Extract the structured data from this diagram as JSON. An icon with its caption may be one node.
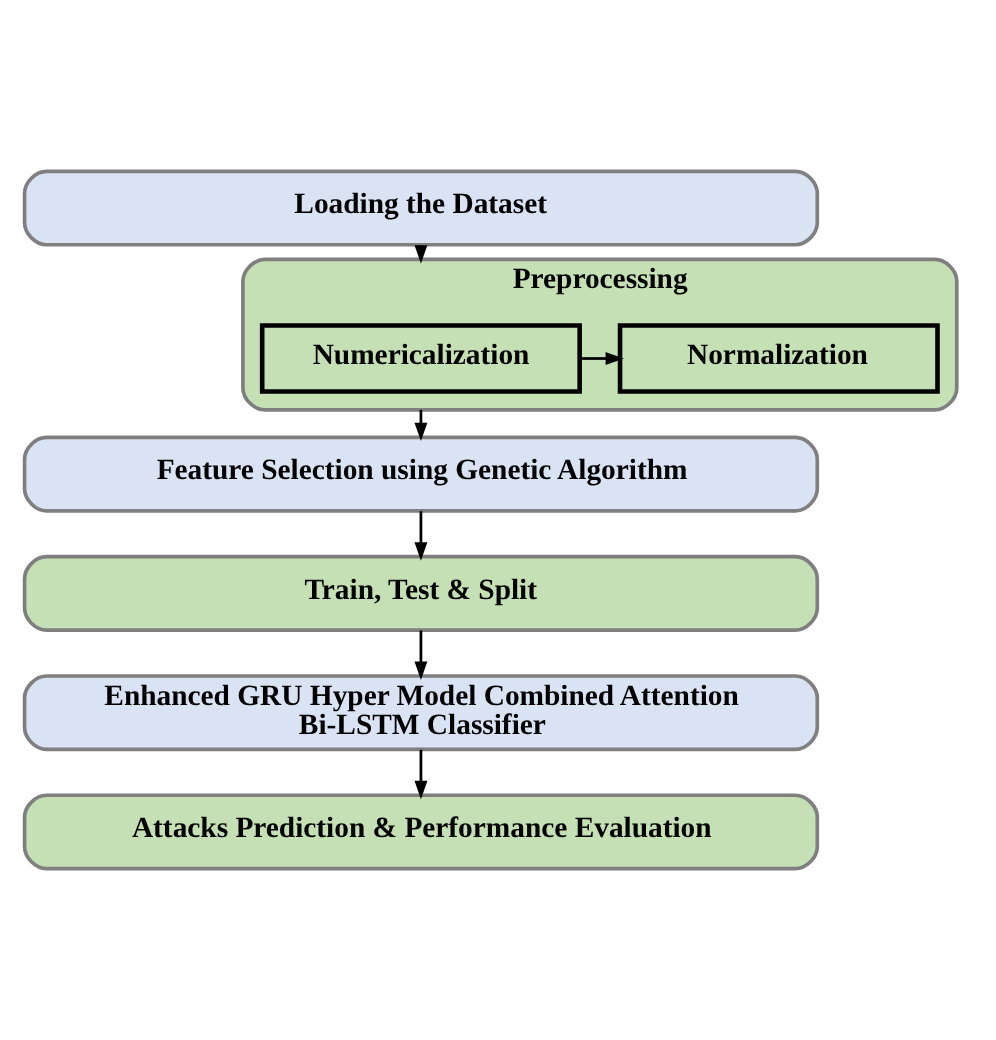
{
  "diagram": {
    "nodes": [
      {
        "text": [
          "Loading the Dataset"
        ]
      },
      {
        "text": [
          "Preprocessing"
        ]
      },
      {
        "text": [
          "Numericalization"
        ],
        "in": 1
      },
      {
        "text": [
          "Normalization"
        ],
        "in": 1
      },
      {
        "text": [
          "Feature Selection using Genetic Algorithm"
        ]
      },
      {
        "text": [
          "Train, Test & Split"
        ]
      },
      {
        "text": [
          "Enhanced GRU Hyper Model Combined Attention Bi-LSTM Classifier"
        ]
      },
      {
        "text": [
          "Attacks Prediction & Performance Evaluation"
        ]
      }
    ],
    "edges": [
      {
        "from": 0,
        "to": 1,
        "arrow": "to"
      },
      {
        "from": 2,
        "to": 3,
        "arrow": "to"
      },
      {
        "from": 1,
        "to": 4,
        "arrow": "to"
      },
      {
        "from": 4,
        "to": 5,
        "arrow": "to"
      },
      {
        "from": 5,
        "to": 6,
        "arrow": "to"
      },
      {
        "from": 6,
        "to": 7,
        "arrow": "to"
      }
    ]
  }
}
